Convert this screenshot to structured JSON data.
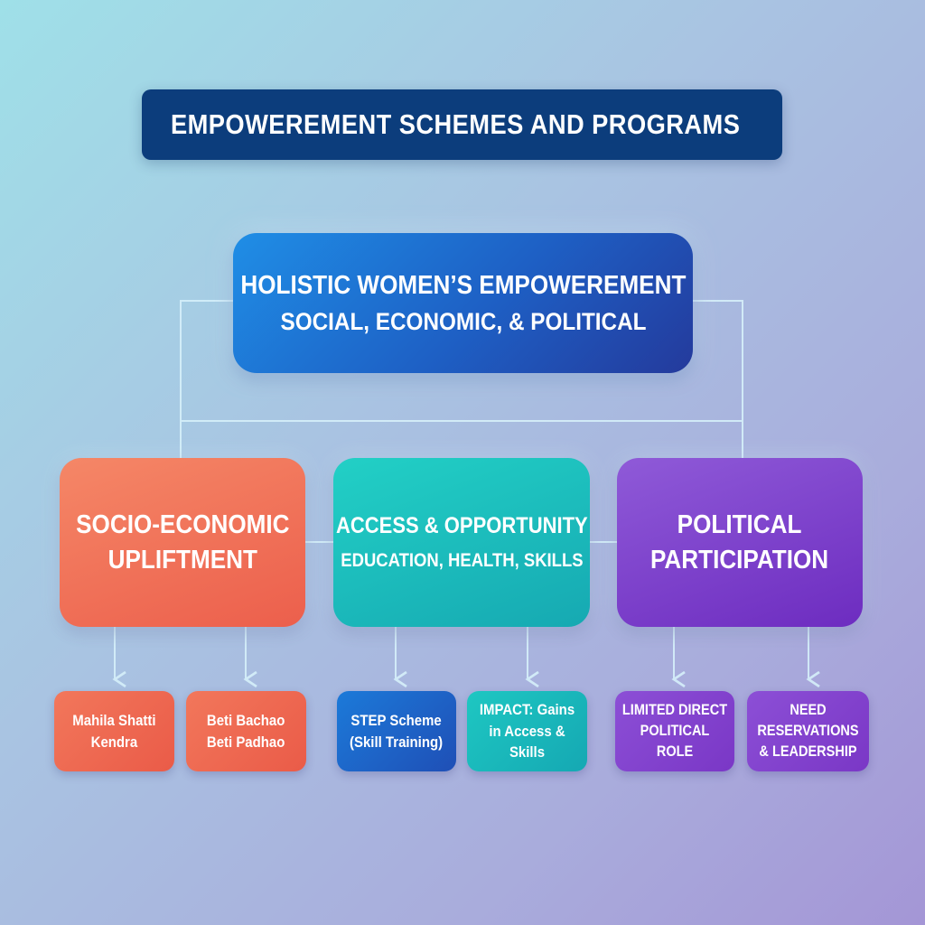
{
  "header": {
    "title": "EMPOWEREMENT SCHEMES AND PROGRAMS",
    "icon": "bank-icon"
  },
  "root": {
    "line1": "HOLISTIC WOMEN’S EMPOWEREMENT",
    "line2": "SOCIAL, ECONOMIC, & POLITICAL"
  },
  "categories": [
    {
      "title": "SOCIO-ECONOMIC\nUPLIFTMENT",
      "color": "#ee6a52"
    },
    {
      "title": "ACCESS & OPPORTUNITY",
      "subtitle": "EDUCATION, HEALTH, SKILLS",
      "color": "#1bbdbc"
    },
    {
      "title": "POLITICAL\nPARTICIPATION",
      "color": "#7d3ec9"
    }
  ],
  "leaves": [
    {
      "text": "Mahila Shatti\nKendra"
    },
    {
      "text": "Beti Bachao\nBeti Padhao"
    },
    {
      "text": "STEP Scheme\n(Skill Training)"
    },
    {
      "text": "IMPACT: Gains\nin Access & Skills"
    },
    {
      "text": "LIMITED DIRECT\nPOLITICAL ROLE"
    },
    {
      "text": "NEED RESERVATIONS\n& LEADERSHIP"
    }
  ],
  "colors": {
    "title_bar": "#0c3d7c",
    "connector": "#d6f0fa",
    "socio": "#ee6a52",
    "access": "#1bbdbc",
    "step": "#1f5fc4",
    "political": "#7d3ec9"
  }
}
